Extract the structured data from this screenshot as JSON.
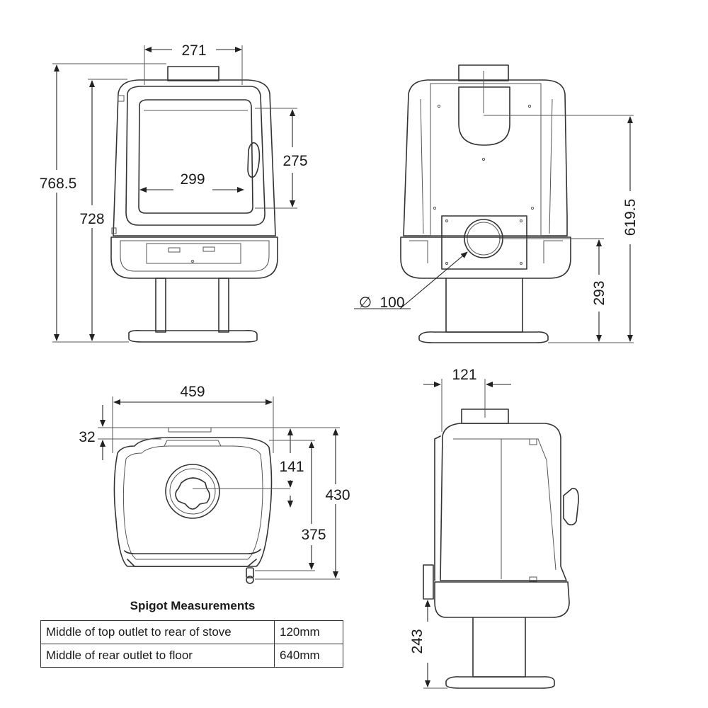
{
  "front_view": {
    "dim_top_outlet_width": "271",
    "dim_overall_height": "768.5",
    "dim_body_height": "728",
    "dim_glass_height": "275",
    "dim_glass_width": "299"
  },
  "rear_view": {
    "dim_rear_outlet_height": "619.5",
    "dim_spigot_height": "293",
    "dim_flue_diameter": "100",
    "diameter_symbol": "∅"
  },
  "top_view": {
    "dim_width": "459",
    "dim_rear_offset": "32",
    "dim_outlet_from_rear": "141",
    "dim_depth_overall": "430",
    "dim_depth_body": "375"
  },
  "side_view": {
    "dim_outlet_offset": "121",
    "dim_pedestal_height": "243"
  },
  "spigot": {
    "title": "Spigot Measurements",
    "rows": [
      {
        "label": "Middle of top outlet to rear of stove",
        "value": "120mm"
      },
      {
        "label": "Middle of rear outlet to floor",
        "value": "640mm"
      }
    ]
  }
}
